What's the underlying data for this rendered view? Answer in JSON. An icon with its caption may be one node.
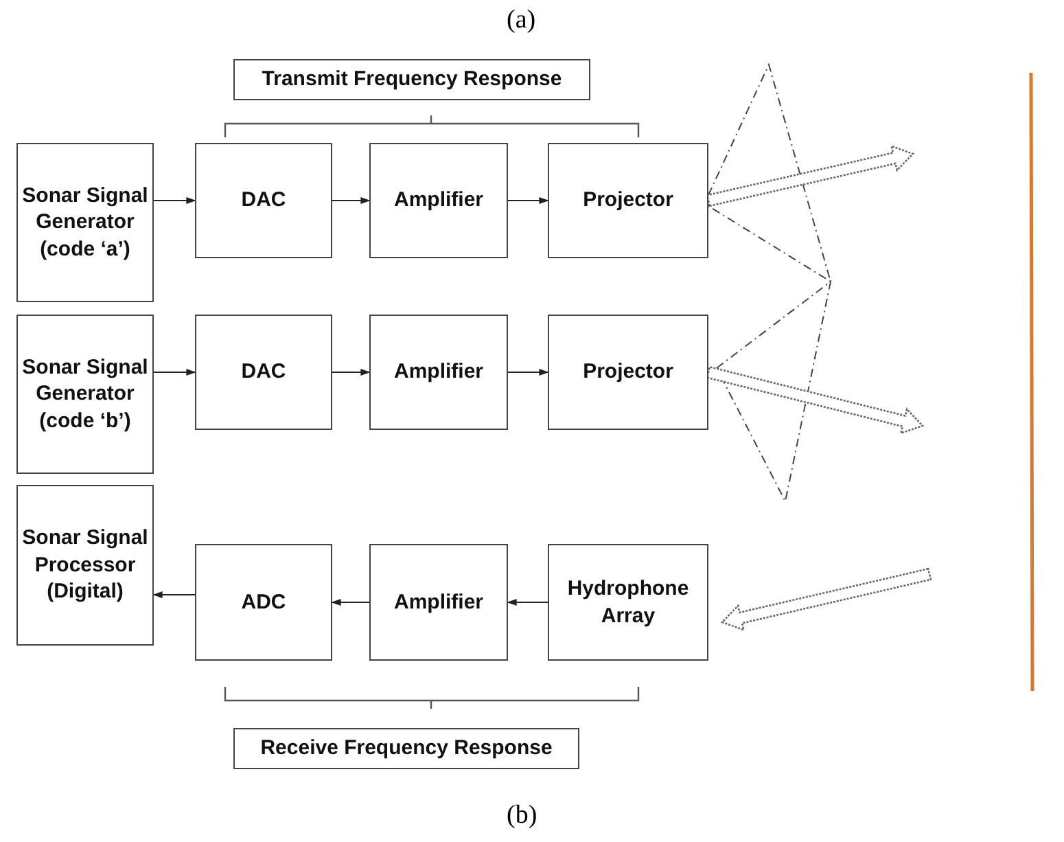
{
  "diagram": {
    "title": "(a)",
    "caption": "(b)",
    "nodes": [
      {
        "text": [
          "Sonar Signal Generator (code ‘a’)"
        ]
      },
      {
        "text": [
          "DAC"
        ]
      },
      {
        "text": [
          "Amplifier"
        ]
      },
      {
        "text": [
          "Projector"
        ]
      },
      {
        "text": [
          "Sonar Signal Generator (code ‘b’)"
        ]
      },
      {
        "text": [
          "DAC"
        ]
      },
      {
        "text": [
          "Amplifier"
        ]
      },
      {
        "text": [
          "Projector"
        ]
      },
      {
        "text": [
          "Sonar Signal Processor (Digital)"
        ]
      },
      {
        "text": [
          "ADC"
        ]
      },
      {
        "text": [
          "Amplifier"
        ]
      },
      {
        "text": [
          "Hydrophone Array"
        ]
      },
      {
        "text": [
          "Transmit Frequency Response"
        ]
      },
      {
        "text": [
          "Receive Frequency Response"
        ]
      }
    ],
    "edges": [
      {
        "from": 0,
        "to": 1,
        "arrow": "to"
      },
      {
        "from": 1,
        "to": 2,
        "arrow": "to"
      },
      {
        "from": 2,
        "to": 3,
        "arrow": "to"
      },
      {
        "from": 4,
        "to": 5,
        "arrow": "to"
      },
      {
        "from": 5,
        "to": 6,
        "arrow": "to"
      },
      {
        "from": 6,
        "to": 7,
        "arrow": "to"
      },
      {
        "from": 11,
        "to": 10,
        "arrow": "to"
      },
      {
        "from": 10,
        "to": 9,
        "arrow": "to"
      },
      {
        "from": 9,
        "to": 8,
        "arrow": "to"
      },
      {
        "from": 3,
        "to": null,
        "arrow": "to",
        "style": "thick"
      },
      {
        "from": 7,
        "to": null,
        "arrow": "to",
        "style": "thick"
      },
      {
        "from": null,
        "to": 11,
        "arrow": "to",
        "style": "thick"
      }
    ]
  }
}
